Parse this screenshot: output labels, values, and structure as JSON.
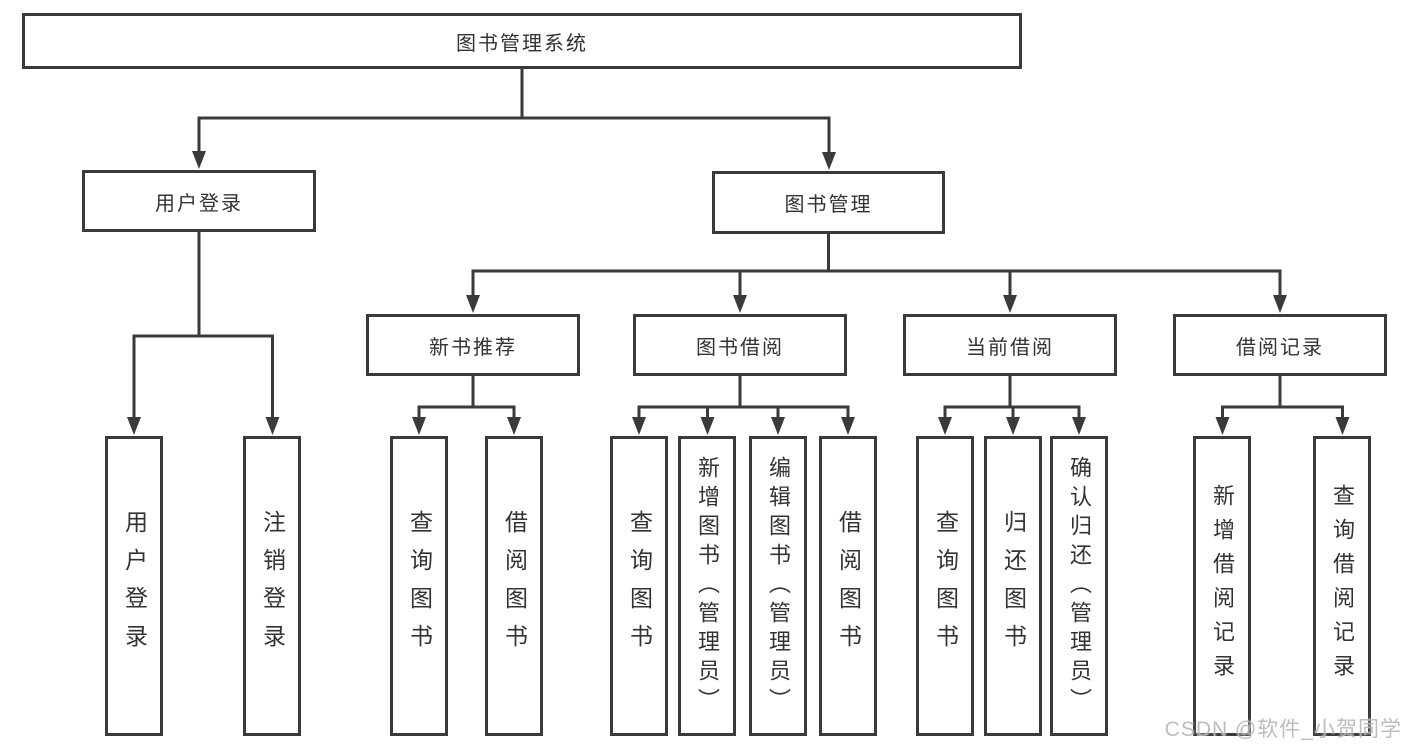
{
  "colors": {
    "line": "#3a3a3a",
    "text": "#333333",
    "background": "#ffffff",
    "watermark": "#b6b6b6"
  },
  "watermark": {
    "text": "CSDN @软件_小贺同学"
  },
  "diagram": {
    "type": "hierarchy",
    "root": {
      "label": "图书管理系统"
    },
    "branches": [
      {
        "label": "用户登录",
        "children": [
          {
            "label": "用户登录"
          },
          {
            "label": "注销登录"
          }
        ]
      },
      {
        "label": "图书管理",
        "children": [
          {
            "label": "新书推荐",
            "children": [
              {
                "label": "查询图书"
              },
              {
                "label": "借阅图书"
              }
            ]
          },
          {
            "label": "图书借阅",
            "children": [
              {
                "label": "查询图书"
              },
              {
                "label": "新增图书（管理员）"
              },
              {
                "label": "编辑图书（管理员）"
              },
              {
                "label": "借阅图书"
              }
            ]
          },
          {
            "label": "当前借阅",
            "children": [
              {
                "label": "查询图书"
              },
              {
                "label": "归还图书"
              },
              {
                "label": "确认归还（管理员）"
              }
            ]
          },
          {
            "label": "借阅记录",
            "children": [
              {
                "label": "新增借阅记录"
              },
              {
                "label": "查询借阅记录"
              }
            ]
          }
        ]
      }
    ]
  }
}
